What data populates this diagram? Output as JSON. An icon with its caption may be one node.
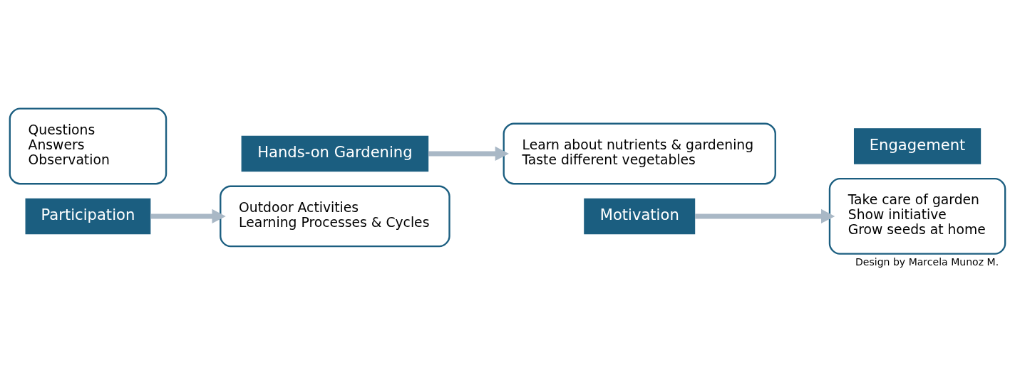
{
  "diagram": {
    "caption": "Design by Marcela Munoz M.",
    "nodes": [
      {
        "text": [
          "Questions",
          "Answers",
          "Observation"
        ]
      },
      {
        "text": [
          "Participation"
        ]
      },
      {
        "text": [
          "Hands-on Gardening"
        ]
      },
      {
        "text": [
          "Outdoor Activities",
          "Learning Processes & Cycles"
        ]
      },
      {
        "text": [
          "Learn about nutrients & gardening",
          "Taste different vegetables"
        ]
      },
      {
        "text": [
          "Motivation"
        ]
      },
      {
        "text": [
          "Engagement"
        ]
      },
      {
        "text": [
          "Take care of garden",
          "Show initiative",
          "Grow seeds at home"
        ]
      }
    ],
    "edges": [
      {
        "from": 1,
        "to": 3,
        "arrow": "to"
      },
      {
        "from": 2,
        "to": 4,
        "arrow": "to"
      },
      {
        "from": 5,
        "to": 7,
        "arrow": "to"
      }
    ]
  }
}
